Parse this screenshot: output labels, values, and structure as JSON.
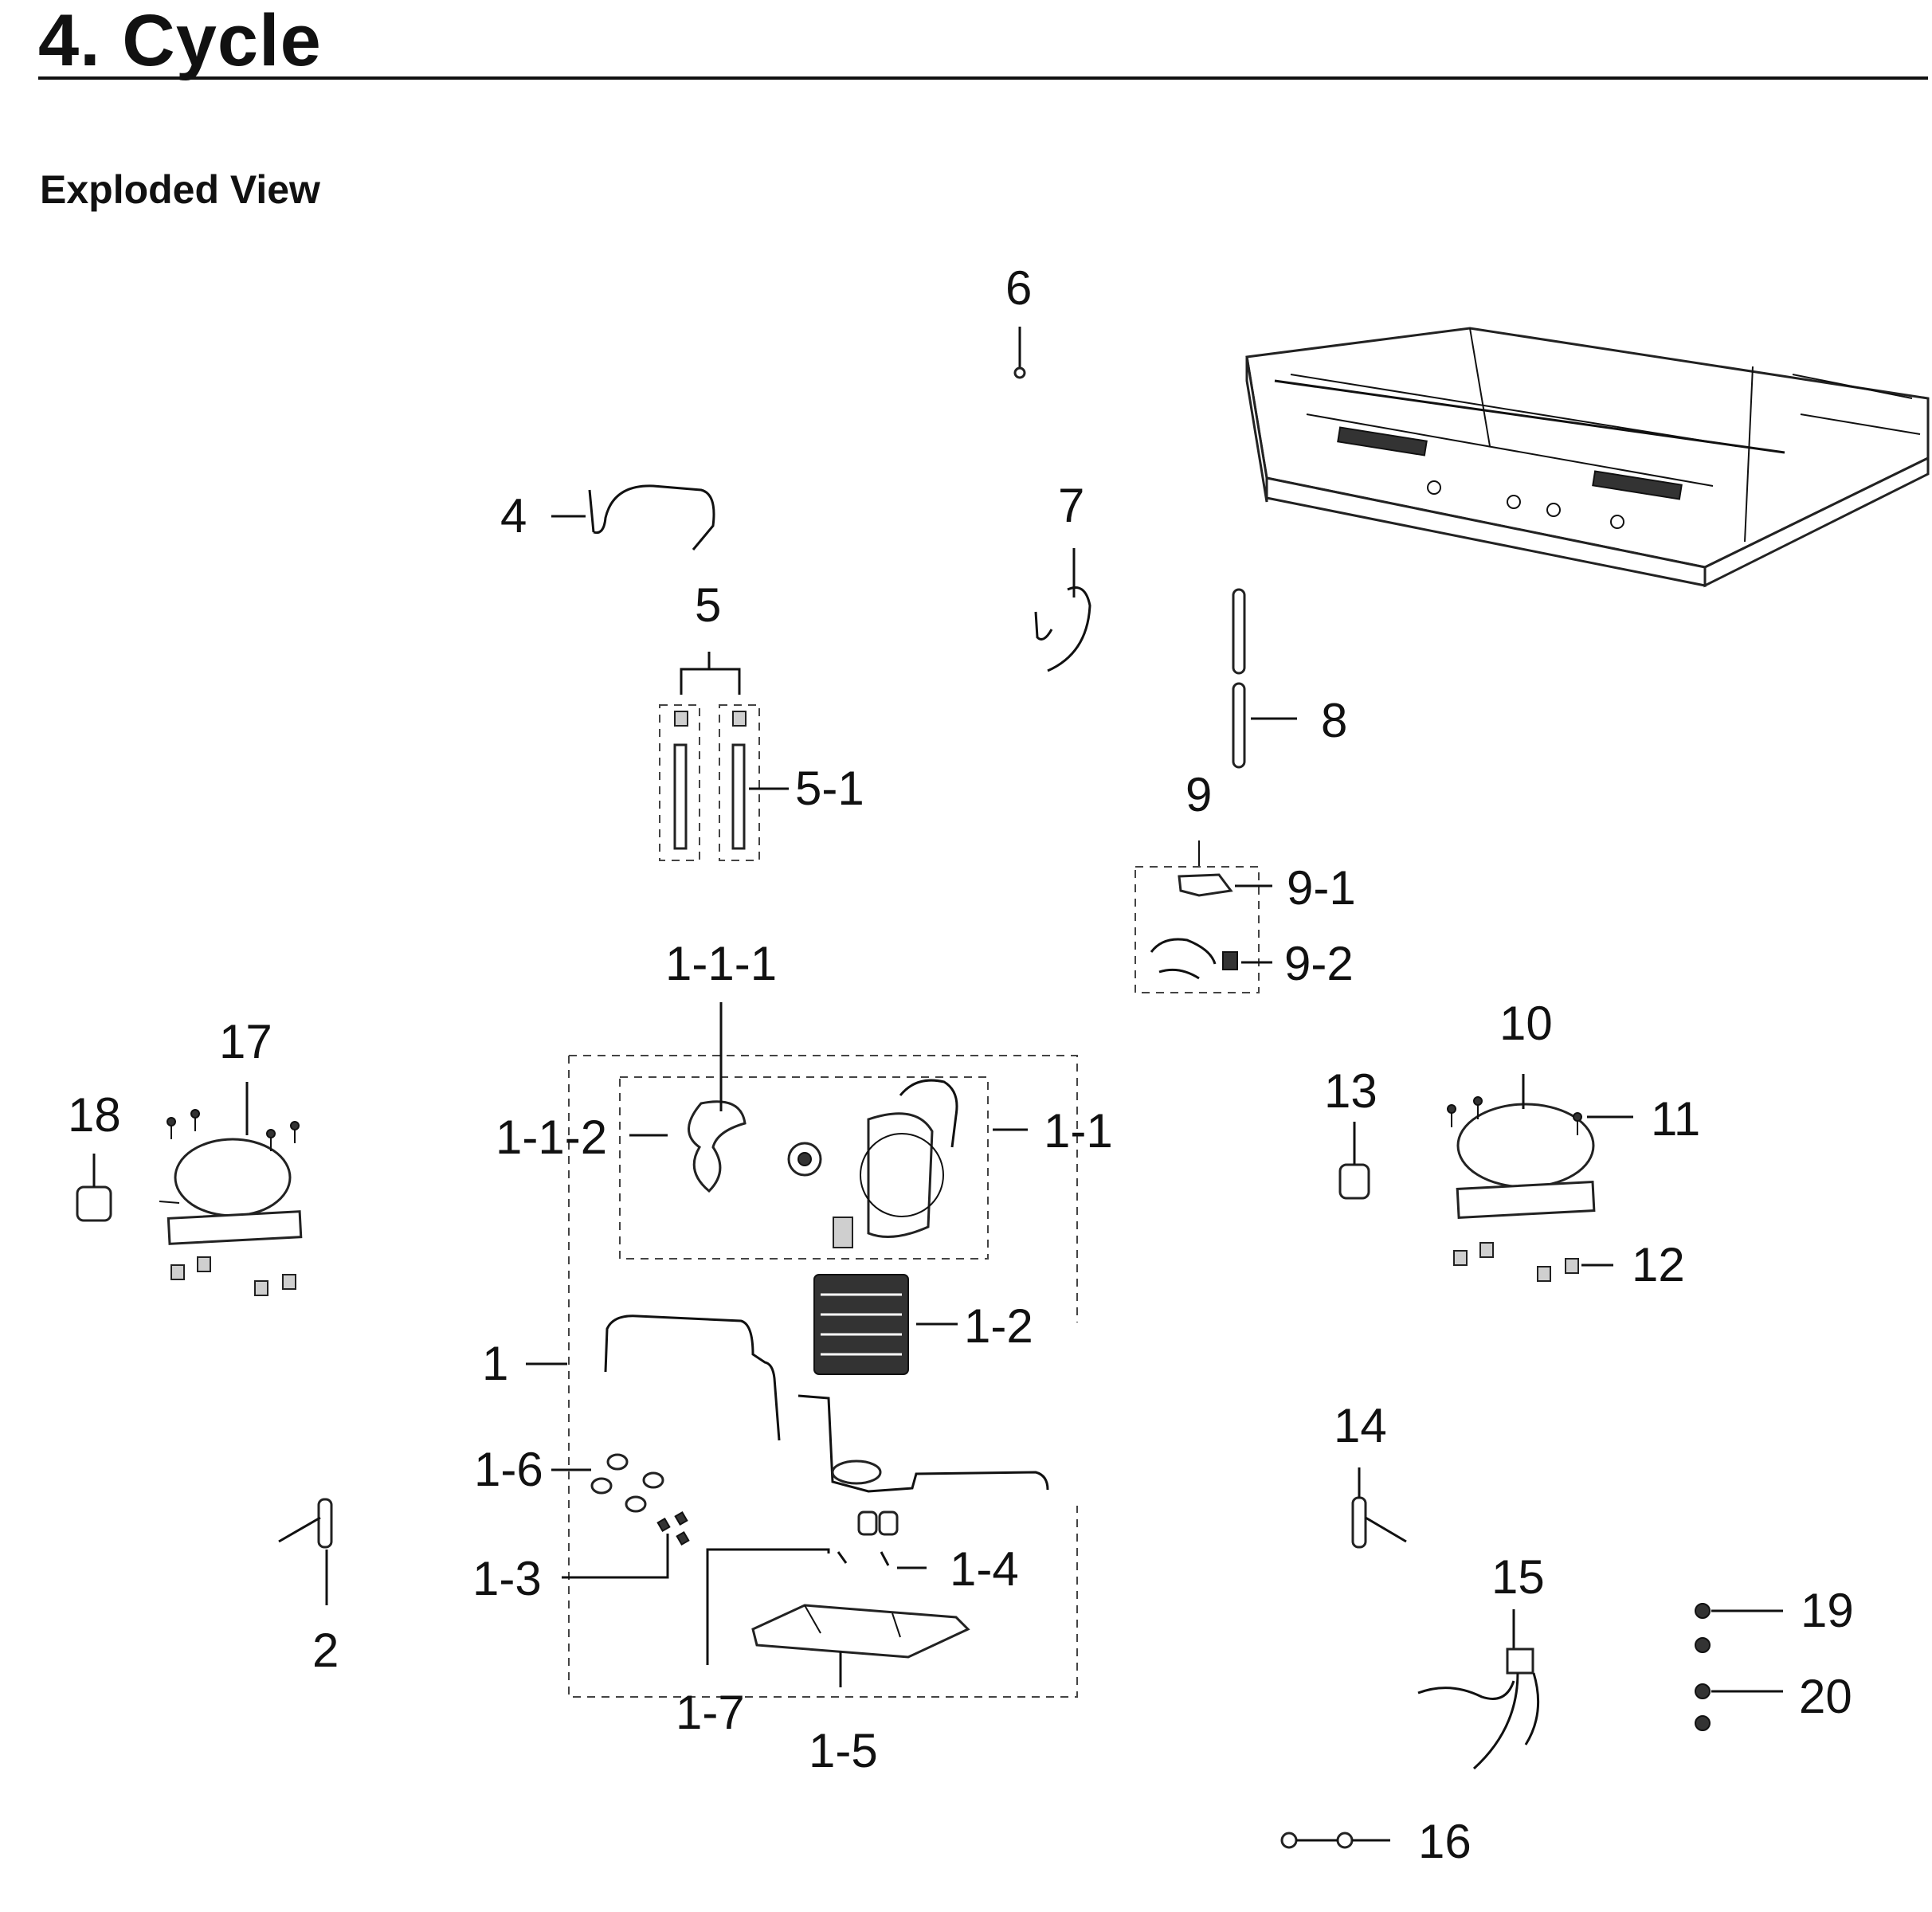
{
  "page": {
    "heading": "4.  Cycle",
    "subheading": "Exploded View"
  },
  "callouts": {
    "c1": "1",
    "c1_1": "1-1",
    "c1_1_1": "1-1-1",
    "c1_1_2": "1-1-2",
    "c1_2": "1-2",
    "c1_3": "1-3",
    "c1_4": "1-4",
    "c1_5": "1-5",
    "c1_6": "1-6",
    "c1_7": "1-7",
    "c2": "2",
    "c4": "4",
    "c5": "5",
    "c5_1": "5-1",
    "c6": "6",
    "c7": "7",
    "c8": "8",
    "c9": "9",
    "c9_1": "9-1",
    "c9_2": "9-2",
    "c10": "10",
    "c11": "11",
    "c12": "12",
    "c13": "13",
    "c14": "14",
    "c15": "15",
    "c16": "16",
    "c17": "17",
    "c18": "18",
    "c19": "19",
    "c20": "20"
  }
}
